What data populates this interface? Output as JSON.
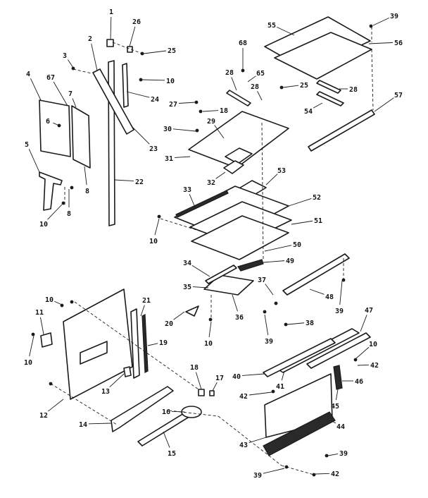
{
  "callouts": [
    {
      "id": "c1",
      "text": "1"
    },
    {
      "id": "c26",
      "text": "26"
    },
    {
      "id": "c25a",
      "text": "25"
    },
    {
      "id": "c2",
      "text": "2"
    },
    {
      "id": "c3",
      "text": "3"
    },
    {
      "id": "c10a",
      "text": "10"
    },
    {
      "id": "c4",
      "text": "4"
    },
    {
      "id": "c67",
      "text": "67"
    },
    {
      "id": "c7",
      "text": "7"
    },
    {
      "id": "c6",
      "text": "6"
    },
    {
      "id": "c24",
      "text": "24"
    },
    {
      "id": "c23",
      "text": "23"
    },
    {
      "id": "c5",
      "text": "5"
    },
    {
      "id": "c8a",
      "text": "8"
    },
    {
      "id": "c22",
      "text": "22"
    },
    {
      "id": "c8b",
      "text": "8"
    },
    {
      "id": "c10b",
      "text": "10"
    },
    {
      "id": "c55",
      "text": "55"
    },
    {
      "id": "c39a",
      "text": "39"
    },
    {
      "id": "c56",
      "text": "56"
    },
    {
      "id": "c68",
      "text": "68"
    },
    {
      "id": "c28a",
      "text": "28"
    },
    {
      "id": "c65",
      "text": "65"
    },
    {
      "id": "c28b",
      "text": "28"
    },
    {
      "id": "c25b",
      "text": "25"
    },
    {
      "id": "c28c",
      "text": "28"
    },
    {
      "id": "c27",
      "text": "27"
    },
    {
      "id": "c18a",
      "text": "18"
    },
    {
      "id": "c54",
      "text": "54"
    },
    {
      "id": "c57",
      "text": "57"
    },
    {
      "id": "c30",
      "text": "30"
    },
    {
      "id": "c29",
      "text": "29"
    },
    {
      "id": "c31",
      "text": "31"
    },
    {
      "id": "c32",
      "text": "32"
    },
    {
      "id": "c53",
      "text": "53"
    },
    {
      "id": "c33",
      "text": "33"
    },
    {
      "id": "c52",
      "text": "52"
    },
    {
      "id": "c10c",
      "text": "10"
    },
    {
      "id": "c51",
      "text": "51"
    },
    {
      "id": "c50",
      "text": "50"
    },
    {
      "id": "c34",
      "text": "34"
    },
    {
      "id": "c49",
      "text": "49"
    },
    {
      "id": "c35",
      "text": "35"
    },
    {
      "id": "c37",
      "text": "37"
    },
    {
      "id": "c48",
      "text": "48"
    },
    {
      "id": "c36",
      "text": "36"
    },
    {
      "id": "c39b",
      "text": "39"
    },
    {
      "id": "c38",
      "text": "38"
    },
    {
      "id": "c10d",
      "text": "10"
    },
    {
      "id": "c39c",
      "text": "39"
    },
    {
      "id": "c10e",
      "text": "10"
    },
    {
      "id": "c21",
      "text": "21"
    },
    {
      "id": "c11",
      "text": "11"
    },
    {
      "id": "c20",
      "text": "20"
    },
    {
      "id": "c19",
      "text": "19"
    },
    {
      "id": "c10f",
      "text": "10"
    },
    {
      "id": "c13",
      "text": "13"
    },
    {
      "id": "c18b",
      "text": "18"
    },
    {
      "id": "c17",
      "text": "17"
    },
    {
      "id": "c12",
      "text": "12"
    },
    {
      "id": "c16",
      "text": "16"
    },
    {
      "id": "c14",
      "text": "14"
    },
    {
      "id": "c15",
      "text": "15"
    },
    {
      "id": "c47",
      "text": "47"
    },
    {
      "id": "c10g",
      "text": "10"
    },
    {
      "id": "c42a",
      "text": "42"
    },
    {
      "id": "c40",
      "text": "40"
    },
    {
      "id": "c41",
      "text": "41"
    },
    {
      "id": "c46",
      "text": "46"
    },
    {
      "id": "c42b",
      "text": "42"
    },
    {
      "id": "c45",
      "text": "45"
    },
    {
      "id": "c44",
      "text": "44"
    },
    {
      "id": "c43",
      "text": "43"
    },
    {
      "id": "c39d",
      "text": "39"
    },
    {
      "id": "c39e",
      "text": "39"
    },
    {
      "id": "c42c",
      "text": "42"
    }
  ]
}
